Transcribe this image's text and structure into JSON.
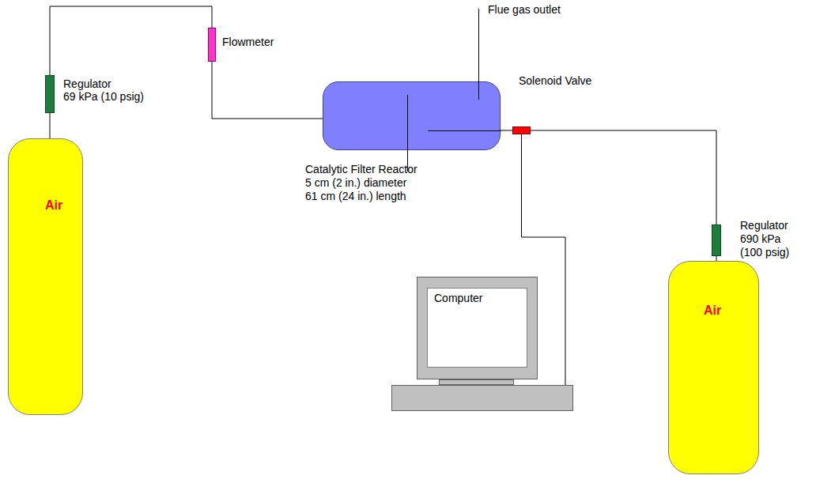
{
  "diagram": {
    "nodes": [
      {
        "text": [
          "Air"
        ]
      },
      {
        "text": [
          "Regulator",
          "69 kPa (10 psig)"
        ]
      },
      {
        "text": [
          "Flowmeter"
        ]
      },
      {
        "text": [
          "Catalytic Filter Reactor",
          "5 cm (2 in.) diameter",
          "61 cm (24 in.) length"
        ]
      },
      {
        "text": [
          "Solenoid Valve"
        ]
      },
      {
        "text": [
          "Regulator",
          "690 kPa",
          "(100 psig)"
        ]
      },
      {
        "text": [
          "Air"
        ]
      },
      {
        "text": [
          "Computer"
        ]
      }
    ],
    "edges": [
      {
        "from": 0,
        "to": 1,
        "arrow": "none"
      },
      {
        "from": 1,
        "to": 2,
        "arrow": "none"
      },
      {
        "from": 2,
        "to": 3,
        "arrow": "none"
      },
      {
        "from": 6,
        "to": 5,
        "arrow": "none"
      },
      {
        "from": 5,
        "to": 4,
        "arrow": "none"
      },
      {
        "from": 4,
        "to": 3,
        "arrow": "none"
      },
      {
        "from": 4,
        "to": 7,
        "arrow": "none"
      }
    ],
    "labels": [
      "Flue gas outlet"
    ]
  }
}
